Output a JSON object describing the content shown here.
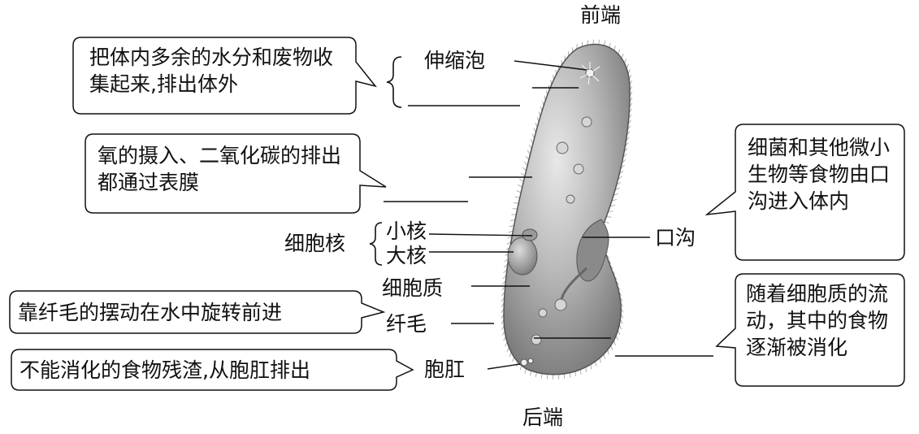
{
  "labels": {
    "front_end": "前端",
    "rear_end": "后端",
    "contractile_vacuole": "伸缩泡",
    "nucleus": "细胞核",
    "micronucleus": "小核",
    "macronucleus": "大核",
    "cytoplasm": "细胞质",
    "cilia": "纤毛",
    "anal_pore": "胞肛",
    "oral_groove": "口沟"
  },
  "callouts": {
    "vacuole": "把体内多余的水分和废物收集起来,排出体外",
    "membrane": "氧的摄入、二氧化碳的排出都通过表膜",
    "cilia": "靠纤毛的摆动在水中旋转前进",
    "anal_pore": "不能消化的食物残渣,从胞肛排出",
    "oral_groove": "细菌和其他微小生物等食物由口沟进入体内",
    "cytoplasm_flow": "随着细胞质的流动，其中的食物逐渐被消化"
  }
}
